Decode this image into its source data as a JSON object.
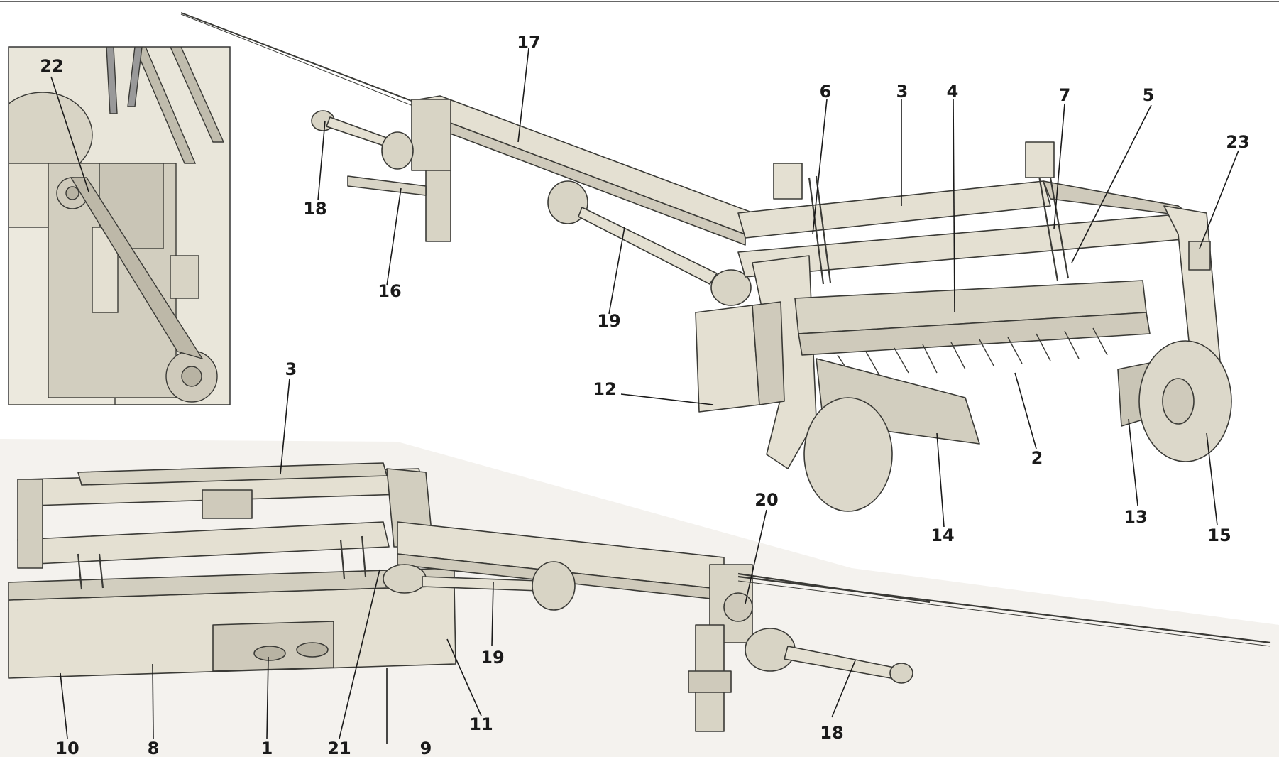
{
  "diagram": {
    "callouts": [
      {
        "id": "c-17",
        "label": "17"
      },
      {
        "id": "c-18-top",
        "label": "18"
      },
      {
        "id": "c-16",
        "label": "16"
      },
      {
        "id": "c-19-top",
        "label": "19"
      },
      {
        "id": "c-6",
        "label": "6"
      },
      {
        "id": "c-3-top",
        "label": "3"
      },
      {
        "id": "c-4",
        "label": "4"
      },
      {
        "id": "c-7",
        "label": "7"
      },
      {
        "id": "c-5",
        "label": "5"
      },
      {
        "id": "c-23",
        "label": "23"
      },
      {
        "id": "c-12",
        "label": "12"
      },
      {
        "id": "c-14",
        "label": "14"
      },
      {
        "id": "c-2",
        "label": "2"
      },
      {
        "id": "c-13",
        "label": "13"
      },
      {
        "id": "c-15",
        "label": "15"
      },
      {
        "id": "c-22",
        "label": "22"
      },
      {
        "id": "c-3-bottom",
        "label": "3"
      },
      {
        "id": "c-20",
        "label": "20"
      },
      {
        "id": "c-19-bottom",
        "label": "19"
      },
      {
        "id": "c-18-bottom",
        "label": "18"
      },
      {
        "id": "c-11",
        "label": "11"
      },
      {
        "id": "c-10",
        "label": "10"
      },
      {
        "id": "c-8",
        "label": "8"
      },
      {
        "id": "c-1",
        "label": "1"
      },
      {
        "id": "c-21",
        "label": "21"
      },
      {
        "id": "c-9",
        "label": "9"
      }
    ]
  },
  "colors": {
    "machine_fill": "#e4e0d2",
    "machine_shade": "#cfcabb",
    "machine_dark": "#b8b3a3",
    "outline": "#3a3a36",
    "leader": "#1a1a1a",
    "ground": "#f4f2ee",
    "label": "#1a1a1a"
  }
}
